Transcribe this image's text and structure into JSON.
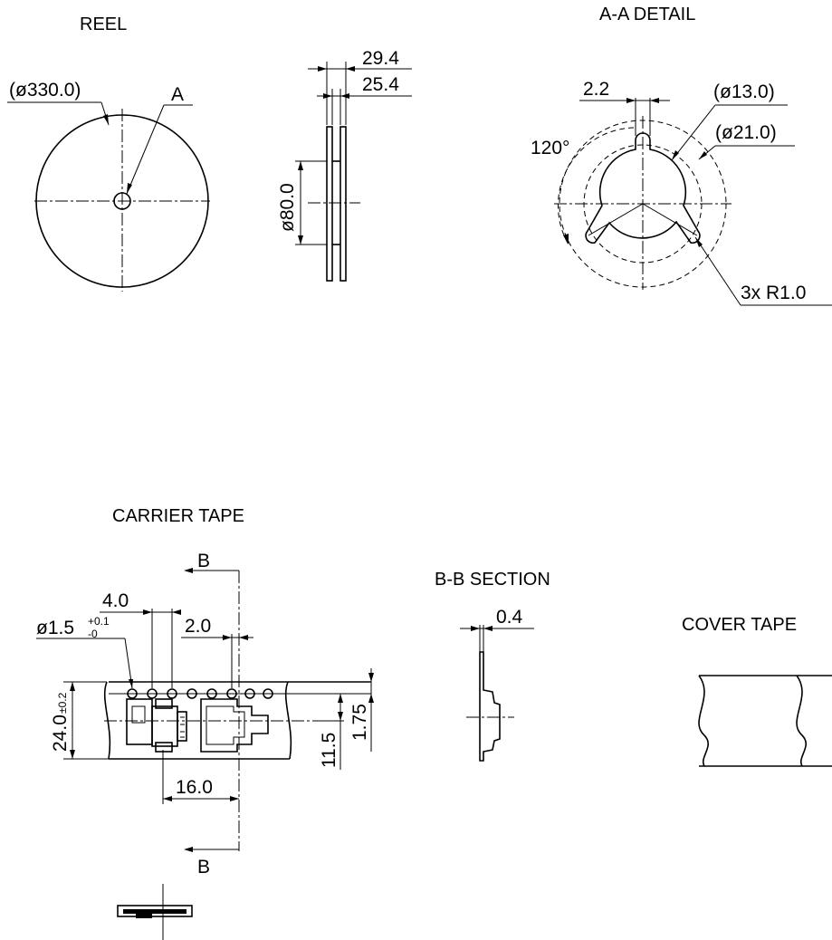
{
  "titles": {
    "reel": "REEL",
    "detail": "A-A  DETAIL",
    "carrier": "CARRIER TAPE",
    "section": "B-B SECTION",
    "cover": "COVER TAPE"
  },
  "reel": {
    "diameter": "(ø330.0)",
    "detail_marker": "A",
    "width_outer": "29.4",
    "width_inner": "25.4",
    "hub_diameter": "ø80.0"
  },
  "detail": {
    "slot_width": "2.2",
    "angle": "120°",
    "inner_diameter": "(ø13.0)",
    "outer_diameter": "(ø21.0)",
    "radius": "3x R1.0"
  },
  "carrier": {
    "section_marker": "B",
    "pitch": "4.0",
    "hole_diameter": "ø1.5",
    "hole_tol_plus": "+0.1",
    "hole_tol_minus": "-0",
    "hole_offset": "2.0",
    "tape_width": "24.0",
    "tape_width_tol": "±0.2",
    "hole_edge": "1.75",
    "center_line": "11.5",
    "cavity_pitch": "16.0"
  },
  "section": {
    "thickness": "0.4"
  }
}
